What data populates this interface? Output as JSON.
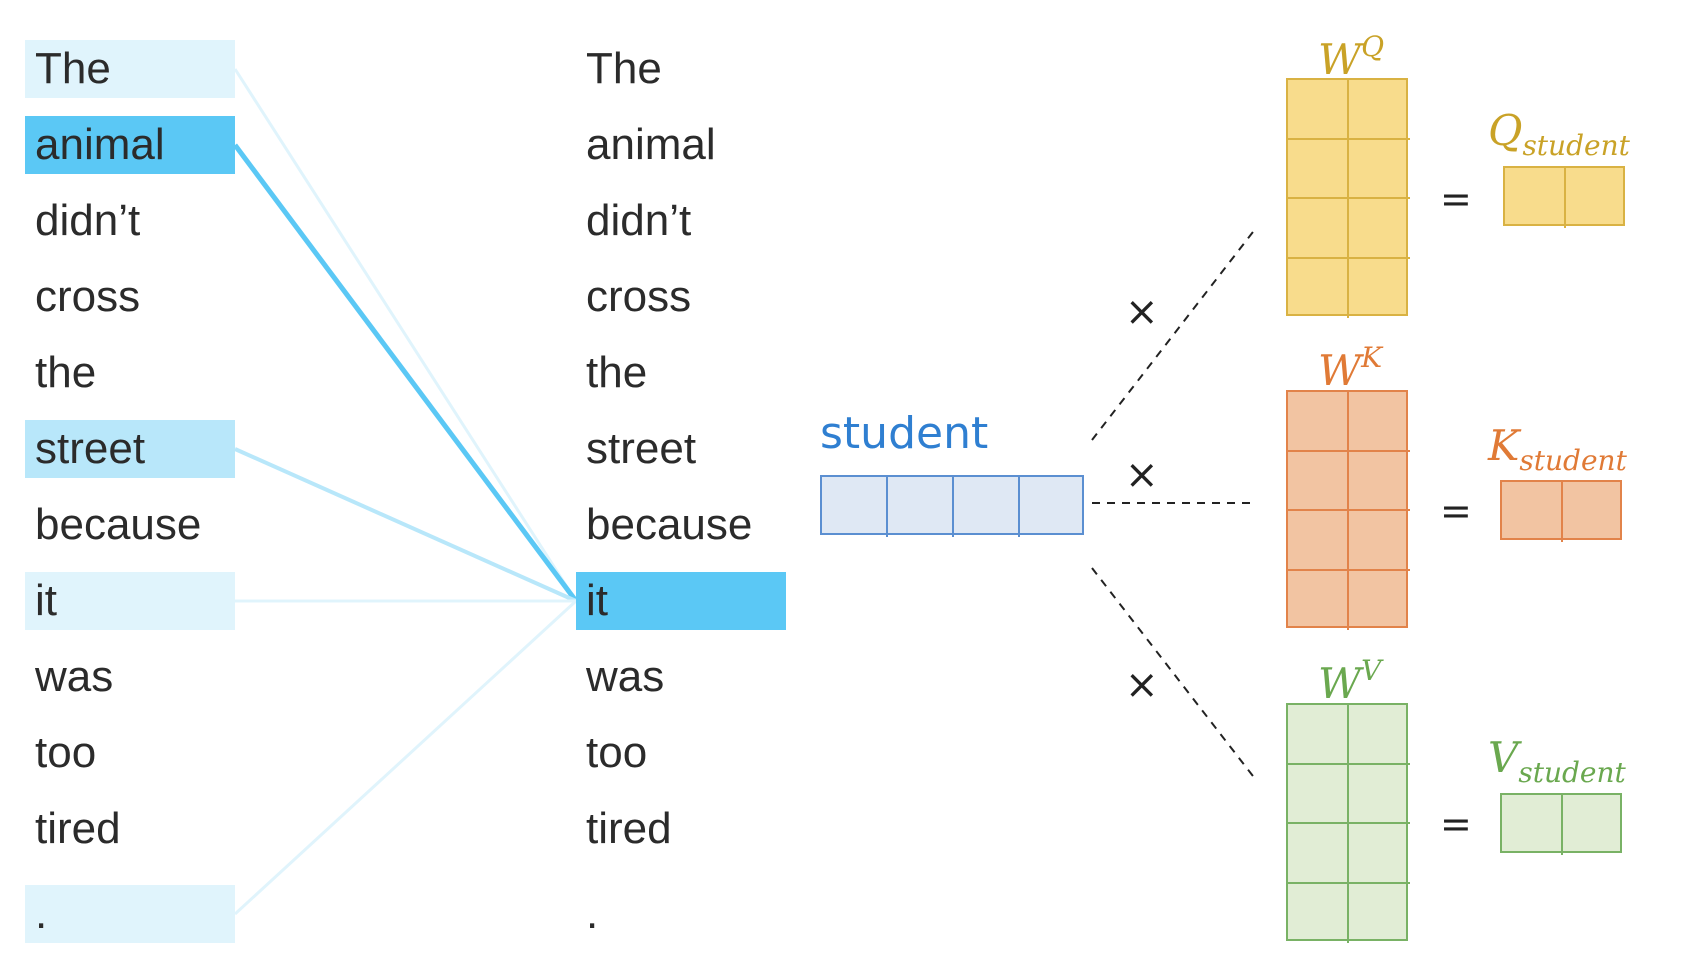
{
  "left_words": [
    "The",
    "animal",
    "didn’t",
    "cross",
    "the",
    "street",
    "because",
    "it",
    "was",
    "too",
    "tired",
    "."
  ],
  "right_words": [
    "The",
    "animal",
    "didn’t",
    "cross",
    "the",
    "street",
    "because",
    "it",
    "was",
    "too",
    "tired",
    "."
  ],
  "vector_label": "student",
  "multiply_symbol": "×",
  "equals_symbol": "=",
  "matrices": [
    {
      "key": "q",
      "w_base": "W",
      "w_sup": "Q",
      "out_base": "Q",
      "out_sub": "student",
      "color": "#c9a227",
      "fill": "#f8dc8c",
      "stroke": "#d9b243"
    },
    {
      "key": "k",
      "w_base": "W",
      "w_sup": "K",
      "out_base": "K",
      "out_sub": "student",
      "color": "#e07a36",
      "fill": "#f2c4a2",
      "stroke": "#e2834a"
    },
    {
      "key": "v",
      "w_base": "W",
      "w_sup": "V",
      "out_base": "V",
      "out_sub": "student",
      "color": "#6aa84f",
      "fill": "#e1edd5",
      "stroke": "#79b265"
    }
  ],
  "colors": {
    "strong": "#5bc8f5",
    "mid": "#b8e7fa",
    "weak": "#e0f4fc",
    "vector_fill": "#dfe8f4",
    "vector_stroke": "#5b8fd1"
  }
}
